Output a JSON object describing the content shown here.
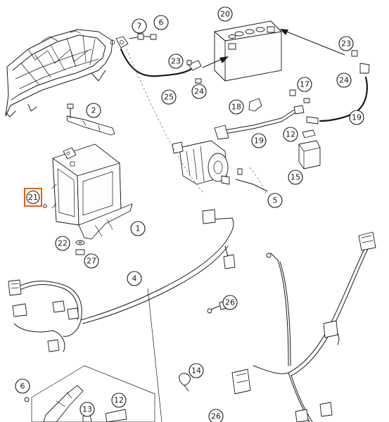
{
  "colors": {
    "highlight": "#e4620e",
    "line": "#1a1a1a"
  },
  "callouts": [
    {
      "id": "c1",
      "label": "1"
    },
    {
      "id": "c2",
      "label": "2"
    },
    {
      "id": "c4",
      "label": "4"
    },
    {
      "id": "c5",
      "label": "5"
    },
    {
      "id": "c6a",
      "label": "6"
    },
    {
      "id": "c6b",
      "label": "6"
    },
    {
      "id": "c7",
      "label": "7"
    },
    {
      "id": "c12a",
      "label": "12"
    },
    {
      "id": "c12b",
      "label": "12"
    },
    {
      "id": "c13",
      "label": "13"
    },
    {
      "id": "c14",
      "label": "14"
    },
    {
      "id": "c15",
      "label": "15"
    },
    {
      "id": "c17",
      "label": "17"
    },
    {
      "id": "c18",
      "label": "18"
    },
    {
      "id": "c19a",
      "label": "19"
    },
    {
      "id": "c19b",
      "label": "19"
    },
    {
      "id": "c20",
      "label": "20"
    },
    {
      "id": "c21",
      "label": "21",
      "highlighted": true
    },
    {
      "id": "c22",
      "label": "22"
    },
    {
      "id": "c23a",
      "label": "23"
    },
    {
      "id": "c23b",
      "label": "23"
    },
    {
      "id": "c24a",
      "label": "24"
    },
    {
      "id": "c24b",
      "label": "24"
    },
    {
      "id": "c25",
      "label": "25"
    },
    {
      "id": "c26a",
      "label": "26"
    },
    {
      "id": "c26b",
      "label": "26"
    },
    {
      "id": "c27",
      "label": "27"
    }
  ]
}
